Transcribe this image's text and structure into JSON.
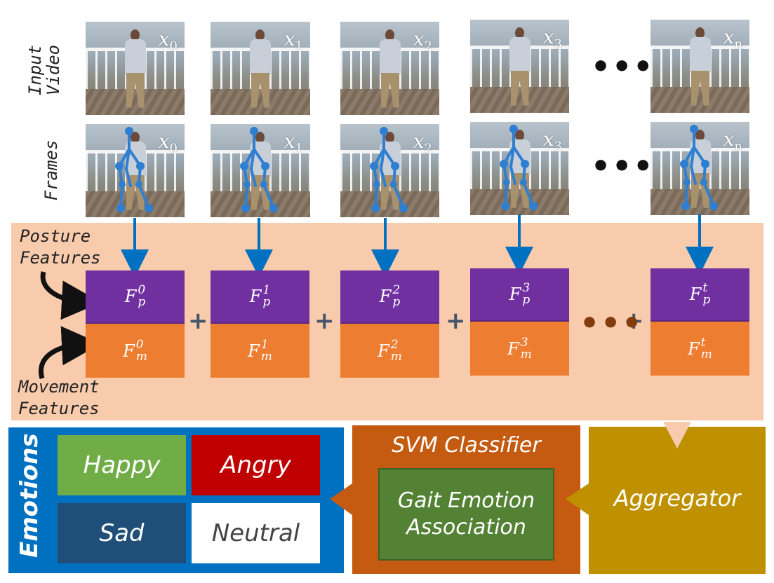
{
  "rows": {
    "input_label": "Input\nVideo",
    "frames_label": "Frames"
  },
  "frames": [
    {
      "var": "x",
      "sub": "0"
    },
    {
      "var": "x",
      "sub": "1"
    },
    {
      "var": "x",
      "sub": "2"
    },
    {
      "var": "x",
      "sub": "3"
    },
    {
      "var": "x",
      "sub": "n"
    }
  ],
  "ellipsis": "•••",
  "features": [
    {
      "p_sup": "0",
      "m_sup": "0"
    },
    {
      "p_sup": "1",
      "m_sup": "1"
    },
    {
      "p_sup": "2",
      "m_sup": "2"
    },
    {
      "p_sup": "3",
      "m_sup": "3"
    },
    {
      "p_sup": "t",
      "m_sup": "t"
    }
  ],
  "feature_symbol": "F",
  "posture_sub": "p",
  "movement_sub": "m",
  "plus": "+",
  "posture_label": "Posture\nFeatures",
  "movement_label": "Movement\nFeatures",
  "emotions": {
    "title": "Emotions",
    "items": [
      "Happy",
      "Angry",
      "Sad",
      "Neutral"
    ]
  },
  "classifier": {
    "title": "SVM Classifier",
    "inner": "Gait Emotion\nAssociation"
  },
  "aggregator": {
    "label": "Aggregator"
  },
  "colors": {
    "band": "#f8cbad",
    "posture": "#7030a0",
    "movement": "#ed7d31",
    "arrow": "#0070c0",
    "emotions_bg": "#0070c0",
    "happy": "#70ad47",
    "angry": "#c00000",
    "sad": "#1f4e79",
    "neutral": "#ffffff",
    "classifier_bg": "#c55a11",
    "gea": "#548235",
    "aggregator_bg": "#bf9000"
  }
}
